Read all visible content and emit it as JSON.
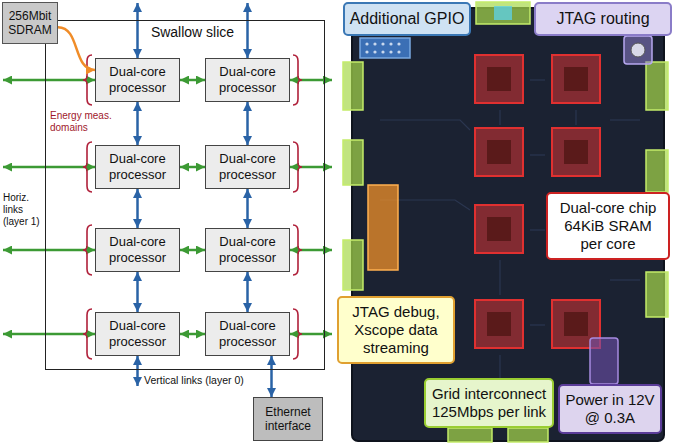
{
  "diagram": {
    "nodes": [
      {
        "text": [
          "256Mbit SDRAM"
        ]
      },
      {
        "text": [
          "Swallow slice"
        ]
      },
      {
        "text": [
          "Dual-core processor"
        ],
        "in": 1
      },
      {
        "text": [
          "Dual-core processor"
        ],
        "in": 1
      },
      {
        "text": [
          "Dual-core processor"
        ],
        "in": 1
      },
      {
        "text": [
          "Dual-core processor"
        ],
        "in": 1
      },
      {
        "text": [
          "Dual-core processor"
        ],
        "in": 1
      },
      {
        "text": [
          "Dual-core processor"
        ],
        "in": 1
      },
      {
        "text": [
          "Dual-core processor"
        ],
        "in": 1
      },
      {
        "text": [
          "Dual-core processor"
        ],
        "in": 1
      },
      {
        "text": [
          "Ethernet interface"
        ]
      },
      {
        "text": [
          "Additional GPIO"
        ]
      },
      {
        "text": [
          "JTAG routing"
        ]
      },
      {
        "text": [
          "Dual-core chip 64KiB SRAM per core"
        ]
      },
      {
        "text": [
          "JTAG debug, Xscope data streaming"
        ]
      },
      {
        "text": [
          "Grid interconnect 125Mbps per link"
        ]
      },
      {
        "text": [
          "Power in 12V @ 0.3A"
        ]
      }
    ],
    "edges": [
      {
        "from": 0,
        "to": 2,
        "arrow": "to"
      },
      {
        "from": 2,
        "to": 3,
        "arrow": "both"
      },
      {
        "from": 4,
        "to": 5,
        "arrow": "both"
      },
      {
        "from": 6,
        "to": 7,
        "arrow": "both"
      },
      {
        "from": 8,
        "to": 9,
        "arrow": "both"
      },
      {
        "from": 2,
        "to": 4,
        "arrow": "both"
      },
      {
        "from": 4,
        "to": 6,
        "arrow": "both"
      },
      {
        "from": 6,
        "to": 8,
        "arrow": "both"
      },
      {
        "from": 3,
        "to": 5,
        "arrow": "both"
      },
      {
        "from": 5,
        "to": 7,
        "arrow": "both"
      },
      {
        "from": 7,
        "to": 9,
        "arrow": "both"
      },
      {
        "from": 9,
        "to": 10,
        "arrow": "both"
      }
    ],
    "labels": [
      "Energy meas. domains",
      "Horiz. links (layer 1)",
      "Vertical links (layer 0)"
    ]
  }
}
